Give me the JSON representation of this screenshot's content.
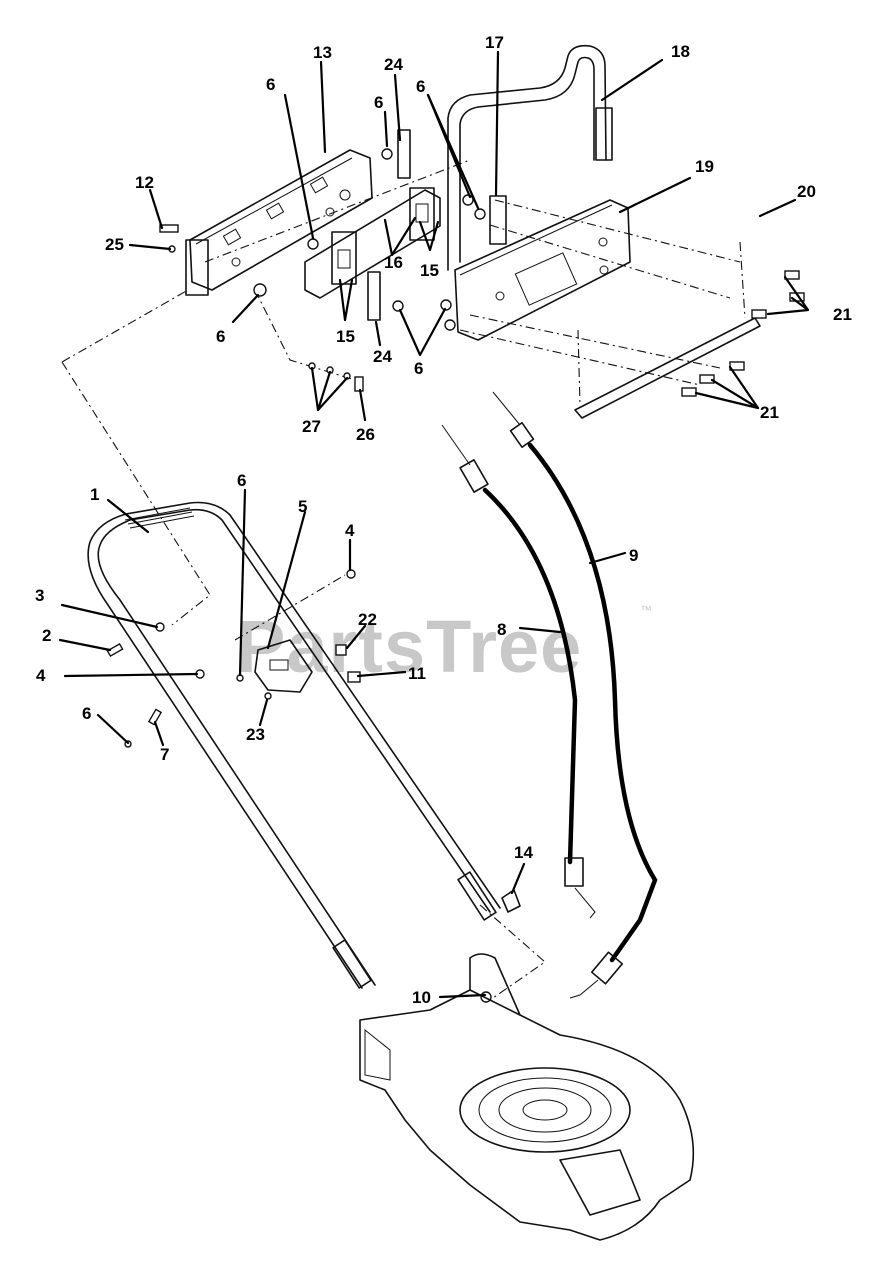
{
  "watermark": {
    "text": "PartsTree",
    "trademark": "™"
  },
  "callouts": {
    "c1": "1",
    "c2": "2",
    "c3": "3",
    "c4a": "4",
    "c4b": "4",
    "c5": "5",
    "c6a": "6",
    "c6b": "6",
    "c6c": "6",
    "c6d": "6",
    "c6e": "6",
    "c6f": "6",
    "c6g": "6",
    "c7": "7",
    "c8": "8",
    "c9": "9",
    "c10": "10",
    "c11": "11",
    "c12": "12",
    "c13": "13",
    "c14": "14",
    "c15a": "15",
    "c15b": "15",
    "c16": "16",
    "c17": "17",
    "c18": "18",
    "c19": "19",
    "c20": "20",
    "c21a": "21",
    "c21b": "21",
    "c22": "22",
    "c23": "23",
    "c24a": "24",
    "c24b": "24",
    "c25": "25",
    "c26": "26",
    "c27": "27"
  }
}
